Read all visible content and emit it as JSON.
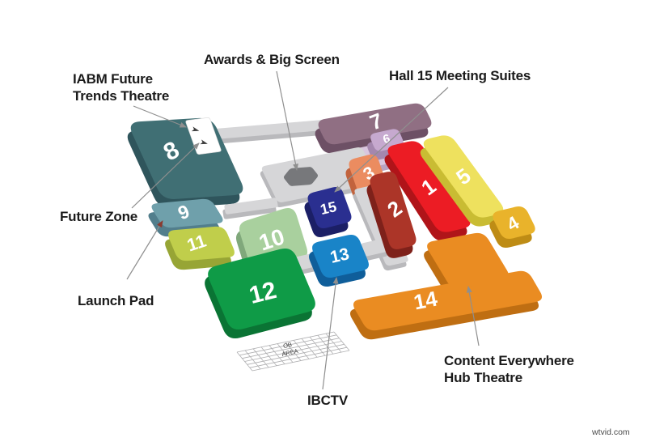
{
  "halls": [
    {
      "id": "1",
      "number": "1",
      "top": "#EC1C24",
      "side": "#B01419"
    },
    {
      "id": "2",
      "number": "2",
      "top": "#AC3528",
      "side": "#7E211A"
    },
    {
      "id": "3",
      "number": "3",
      "top": "#EB8C60",
      "side": "#C2633D"
    },
    {
      "id": "4",
      "number": "4",
      "top": "#E9B32B",
      "side": "#BE8C15"
    },
    {
      "id": "5",
      "number": "5",
      "top": "#EEE15E",
      "side": "#C9BC33"
    },
    {
      "id": "6",
      "number": "6",
      "top": "#C6A9CF",
      "side": "#A487AE"
    },
    {
      "id": "7",
      "number": "7",
      "top": "#906F83",
      "side": "#6D5065"
    },
    {
      "id": "8",
      "number": "8",
      "top": "#406F74",
      "side": "#2F555C"
    },
    {
      "id": "9",
      "number": "9",
      "top": "#6FA0AB",
      "side": "#527E8C"
    },
    {
      "id": "10",
      "number": "10",
      "top": "#A9D09E",
      "side": "#80A87B"
    },
    {
      "id": "11",
      "number": "11",
      "top": "#C0CE4B",
      "side": "#97A535"
    },
    {
      "id": "12",
      "number": "12",
      "top": "#0F9B47",
      "side": "#0A7434"
    },
    {
      "id": "13",
      "number": "13",
      "top": "#1984C8",
      "side": "#0F5E9A"
    },
    {
      "id": "14",
      "number": "14",
      "top": "#EA8C22",
      "side": "#BF6E12"
    },
    {
      "id": "15",
      "number": "15",
      "top": "#2A2F90",
      "side": "#1B1F66"
    }
  ],
  "annotations": {
    "iabm": {
      "text": "IABM Future\nTrends Theatre"
    },
    "awards": {
      "text": "Awards & Big Screen"
    },
    "hall15": {
      "text": "Hall 15 Meeting Suites"
    },
    "future_zone": {
      "text": "Future Zone"
    },
    "launch_pad": {
      "text": "Launch Pad"
    },
    "ibctv": {
      "text": "IBCTV"
    },
    "content": {
      "text": "Content Everywhere\nHub Theatre"
    }
  },
  "ob_area": {
    "line1": "OB",
    "line2": "AREA"
  },
  "watermark": "wtvid.com",
  "palette": {
    "background": "#FFFFFF",
    "walkway": "#D6D6D8",
    "walkway_side": "#B9B9BC",
    "hexagon": "#77787B",
    "wing": "#D9C6DF",
    "wing_side": "#B9A2C2",
    "line": "#8F8F8F",
    "launch_arrow": "#8B3A30",
    "number": "#FFFFFF",
    "label": "#1B1B1B",
    "strip": "#FFFFFF",
    "strip_border": "#D8D8D8",
    "strip_arrow": "#3E3E3E",
    "grid_line": "#AFAFB1",
    "ob_text": "#3A3A3A"
  }
}
